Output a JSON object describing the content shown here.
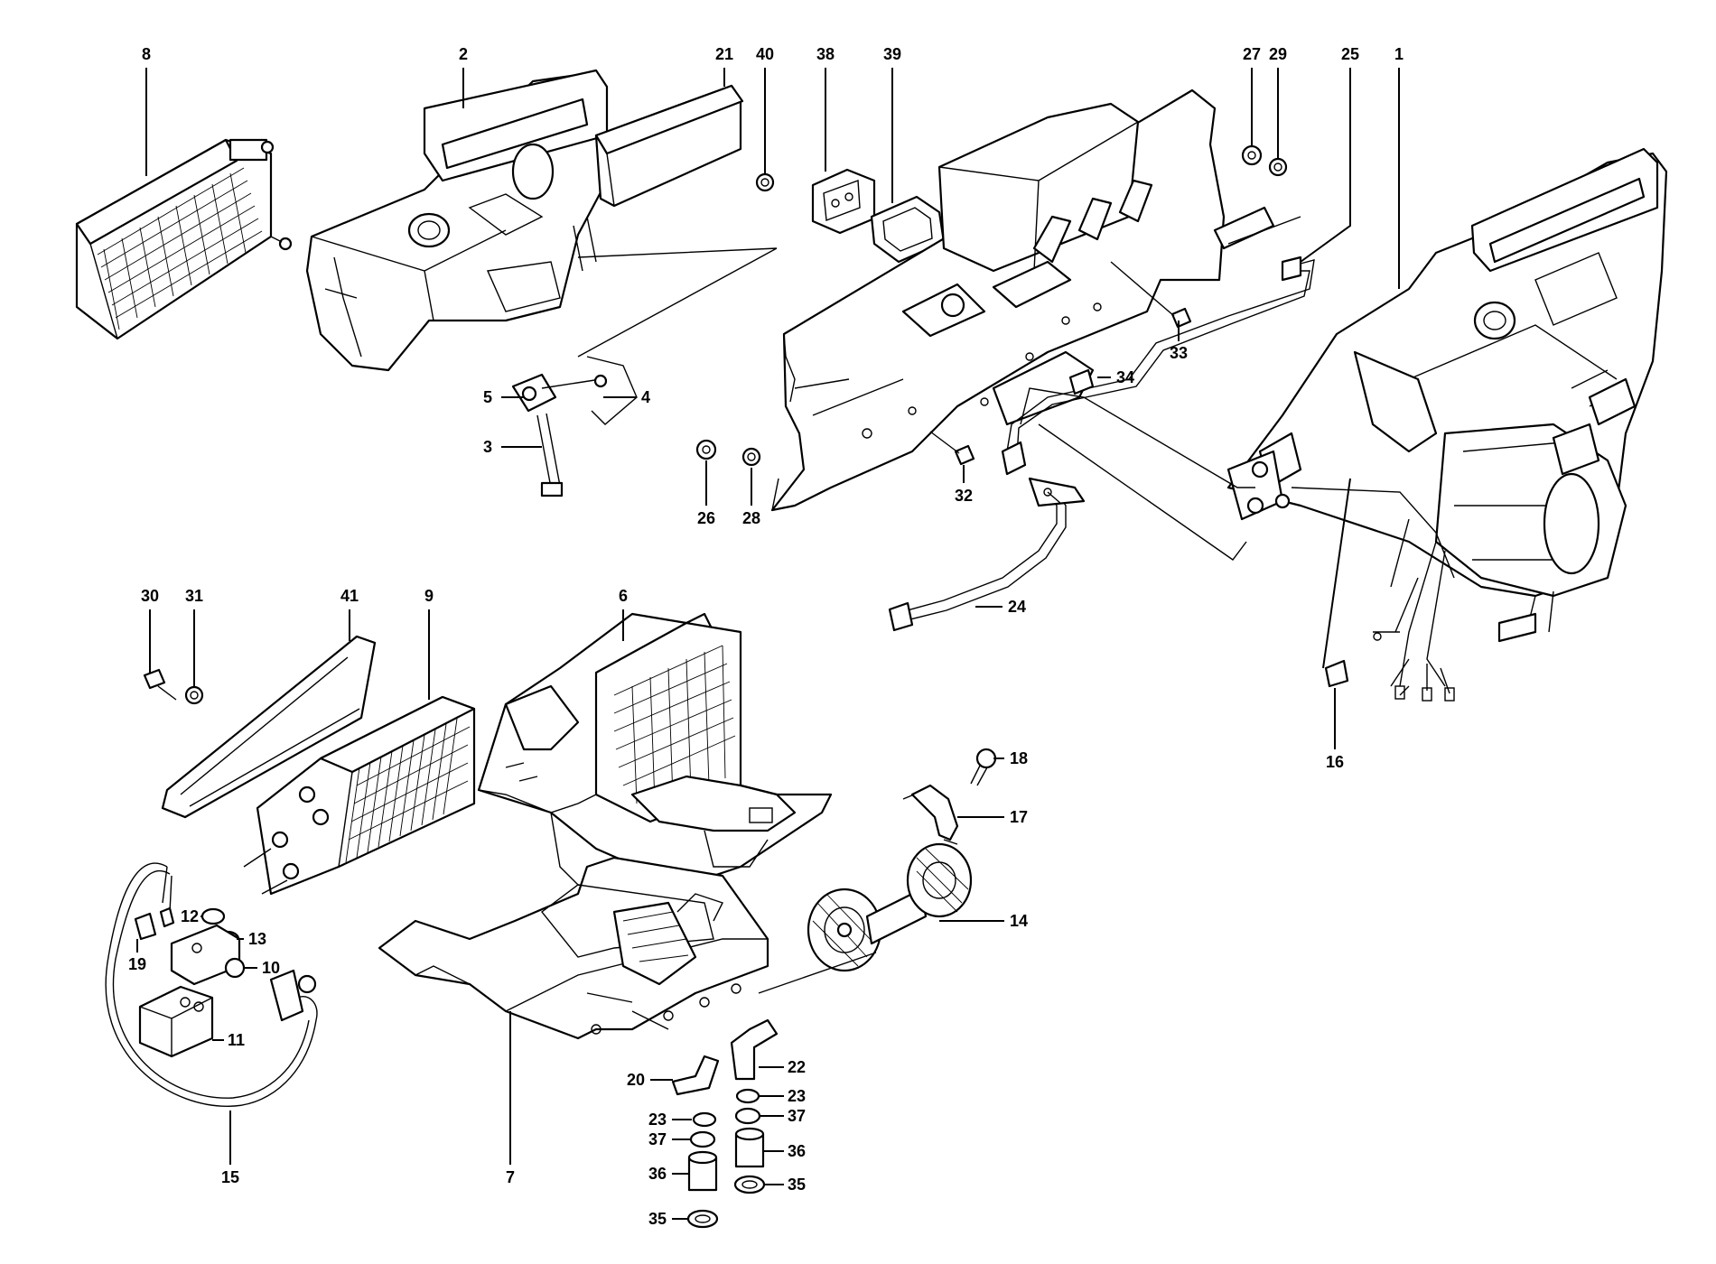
{
  "callouts": [
    {
      "id": "8",
      "text": "8"
    },
    {
      "id": "2",
      "text": "2"
    },
    {
      "id": "21",
      "text": "21"
    },
    {
      "id": "40",
      "text": "40"
    },
    {
      "id": "38",
      "text": "38"
    },
    {
      "id": "39",
      "text": "39"
    },
    {
      "id": "27",
      "text": "27"
    },
    {
      "id": "29",
      "text": "29"
    },
    {
      "id": "25",
      "text": "25"
    },
    {
      "id": "1",
      "text": "1"
    },
    {
      "id": "5",
      "text": "5"
    },
    {
      "id": "4",
      "text": "4"
    },
    {
      "id": "3",
      "text": "3"
    },
    {
      "id": "33",
      "text": "33"
    },
    {
      "id": "34",
      "text": "34"
    },
    {
      "id": "32",
      "text": "32"
    },
    {
      "id": "26",
      "text": "26"
    },
    {
      "id": "28",
      "text": "28"
    },
    {
      "id": "24",
      "text": "24"
    },
    {
      "id": "16",
      "text": "16"
    },
    {
      "id": "30",
      "text": "30"
    },
    {
      "id": "31",
      "text": "31"
    },
    {
      "id": "41",
      "text": "41"
    },
    {
      "id": "9",
      "text": "9"
    },
    {
      "id": "6",
      "text": "6"
    },
    {
      "id": "18",
      "text": "18"
    },
    {
      "id": "17",
      "text": "17"
    },
    {
      "id": "14",
      "text": "14"
    },
    {
      "id": "12",
      "text": "12"
    },
    {
      "id": "13",
      "text": "13"
    },
    {
      "id": "19",
      "text": "19"
    },
    {
      "id": "10",
      "text": "10"
    },
    {
      "id": "11",
      "text": "11"
    },
    {
      "id": "15",
      "text": "15"
    },
    {
      "id": "7",
      "text": "7"
    },
    {
      "id": "20",
      "text": "20"
    },
    {
      "id": "22",
      "text": "22"
    },
    {
      "id": "23a",
      "text": "23"
    },
    {
      "id": "23b",
      "text": "23"
    },
    {
      "id": "37a",
      "text": "37"
    },
    {
      "id": "37b",
      "text": "37"
    },
    {
      "id": "36a",
      "text": "36"
    },
    {
      "id": "36b",
      "text": "36"
    },
    {
      "id": "35a",
      "text": "35"
    },
    {
      "id": "35b",
      "text": "35"
    }
  ]
}
